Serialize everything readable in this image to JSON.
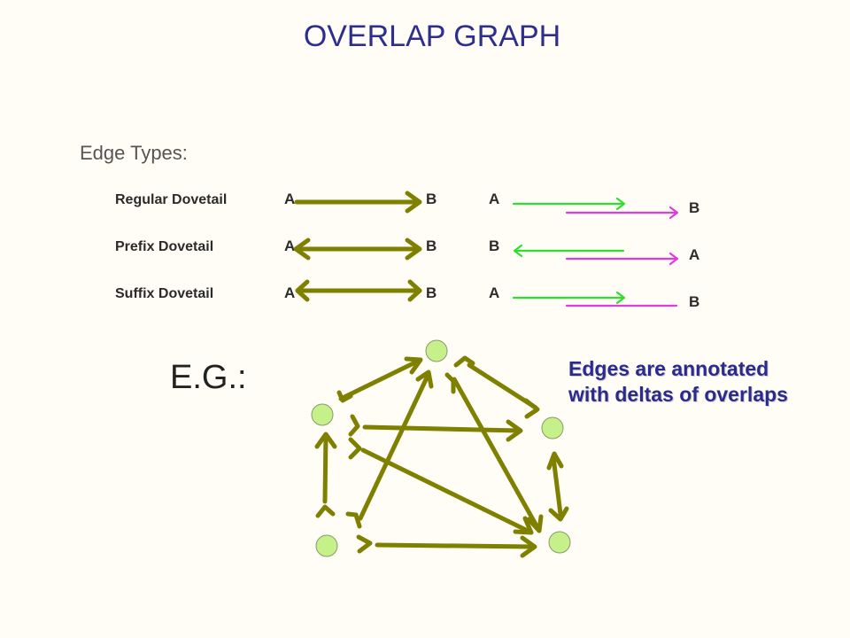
{
  "title": "OVERLAP GRAPH",
  "edge_types": {
    "heading": "Edge Types:",
    "rows": [
      {
        "label": "Regular Dovetail",
        "left": "A",
        "right": "B",
        "seq_top": "A",
        "seq_bottom": "B"
      },
      {
        "label": "Prefix Dovetail",
        "left": "A",
        "right": "B",
        "seq_top": "B",
        "seq_bottom": "A"
      },
      {
        "label": "Suffix Dovetail",
        "left": "A",
        "right": "B",
        "seq_top": "A",
        "seq_bottom": "B"
      }
    ]
  },
  "example": {
    "label": "E.G.:",
    "annotation_line1": "Edges are annotated",
    "annotation_line2": "with deltas of overlaps"
  },
  "colors": {
    "title": "#2e2e8e",
    "edge": "#7f7f00",
    "node_fill": "#c6f08a",
    "node_stroke": "#8a9a6a",
    "green_read": "#2de02d",
    "magenta_read": "#e03ae0"
  }
}
